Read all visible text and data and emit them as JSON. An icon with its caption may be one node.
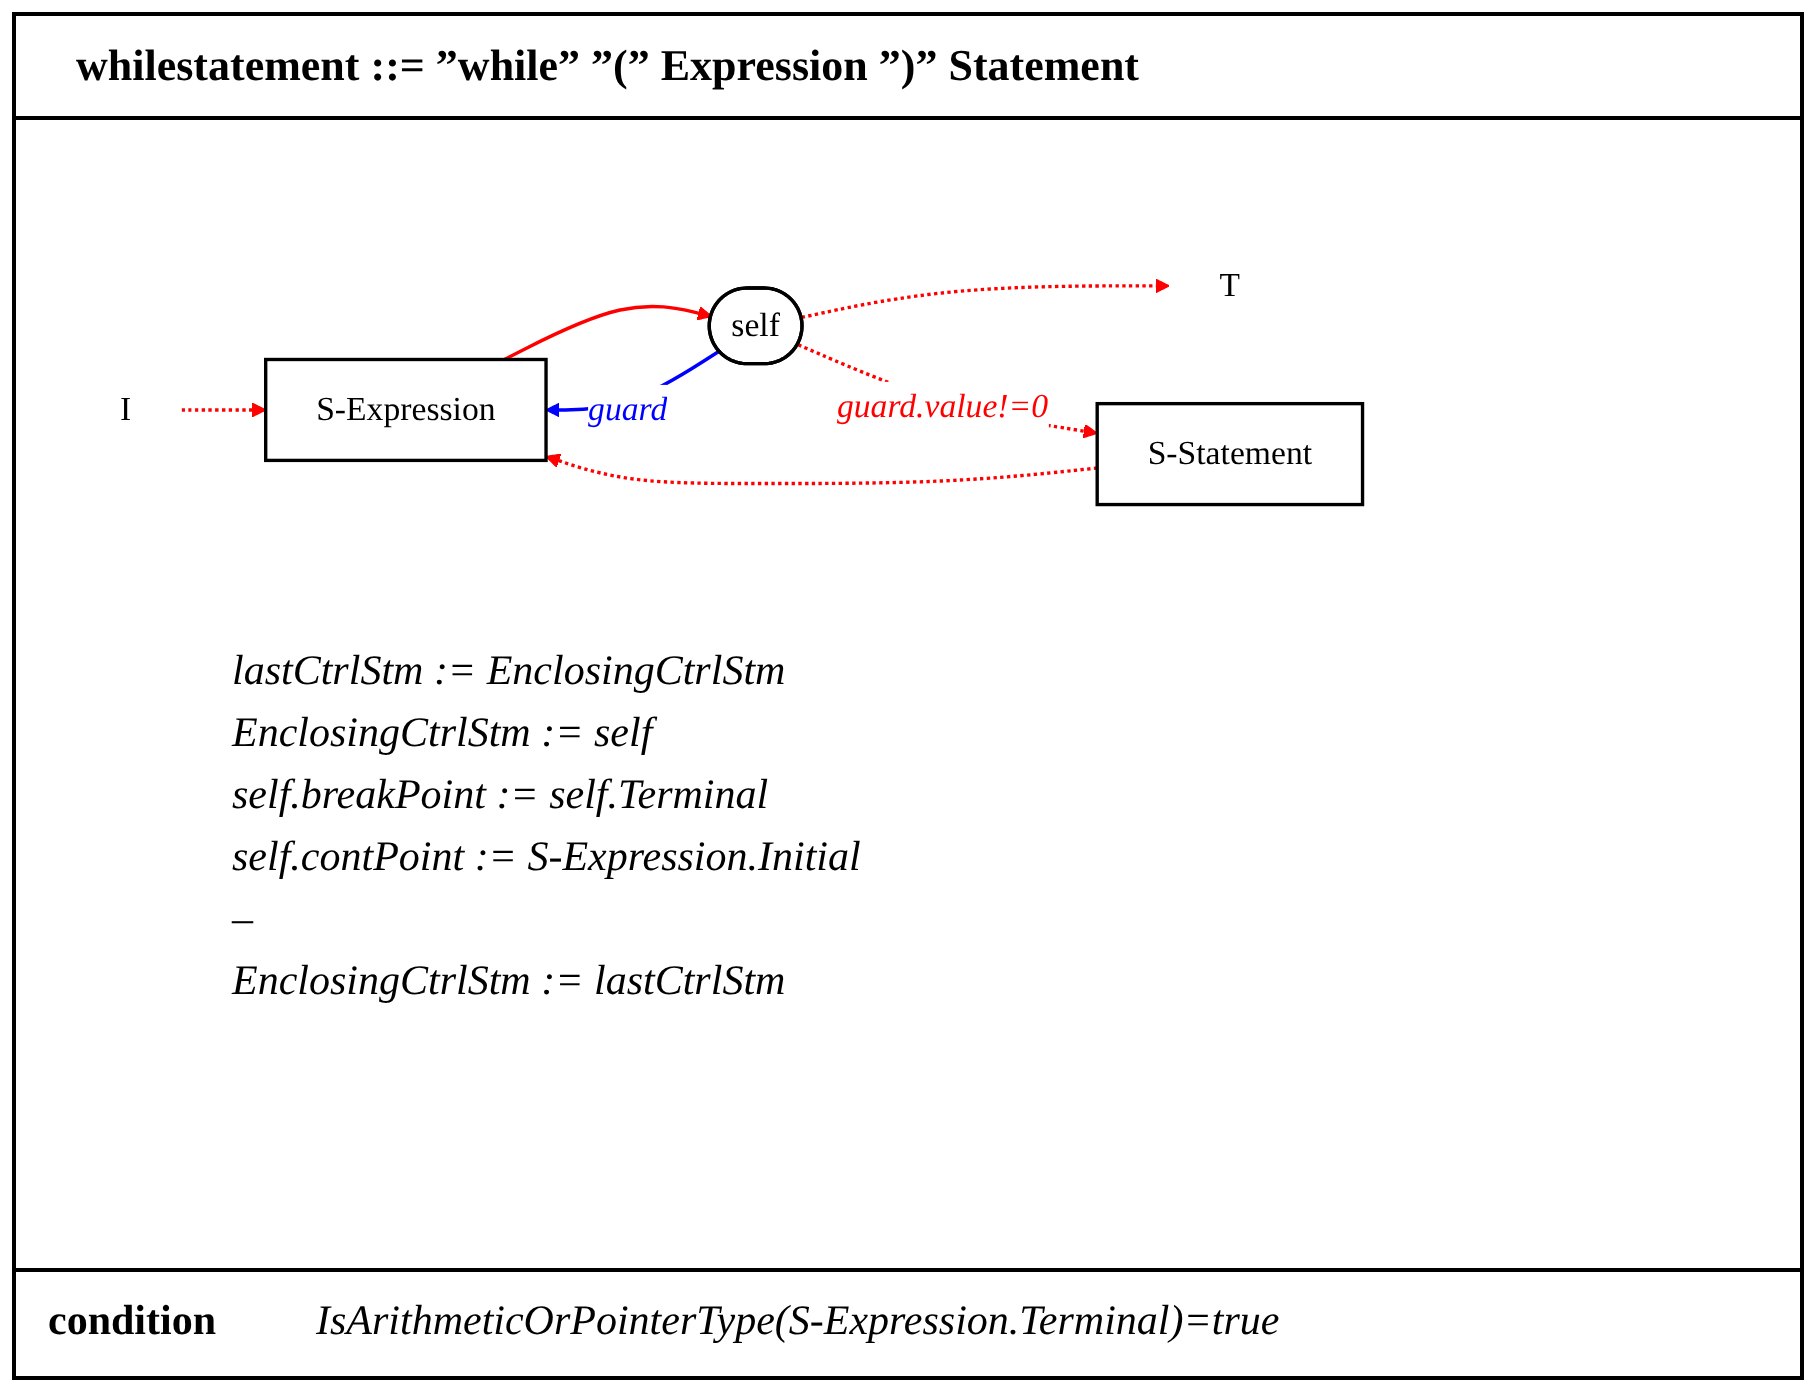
{
  "diagram": {
    "title": "whilestatement ::= ”while” ”(” Expression ”)” Statement",
    "nodes": [
      {
        "text": [
          "I"
        ]
      },
      {
        "text": [
          "S-Expression"
        ]
      },
      {
        "text": [
          "self"
        ]
      },
      {
        "text": [
          "T"
        ]
      },
      {
        "text": [
          "S-Statement"
        ]
      }
    ],
    "edges": [
      {
        "from": 0,
        "to": 1,
        "arrow": "to",
        "style": "dashed"
      },
      {
        "from": 1,
        "to": 2,
        "arrow": "to"
      },
      {
        "from": 2,
        "to": 1,
        "arrow": "to",
        "label": "guard",
        "color": "#0000ff"
      },
      {
        "from": 2,
        "to": 3,
        "arrow": "to",
        "style": "dashed"
      },
      {
        "from": 2,
        "to": 4,
        "arrow": "to",
        "style": "dashed",
        "label": "guard.value!=0"
      },
      {
        "from": 4,
        "to": 1,
        "arrow": "to",
        "style": "dashed"
      }
    ],
    "labels": [
      "lastCtrlStm := EnclosingCtrlStm",
      "EnclosingCtrlStm := self",
      "self.breakPoint := self.Terminal",
      "self.contPoint := S-Expression.Initial",
      "–",
      "EnclosingCtrlStm := lastCtrlStm",
      "condition",
      "IsArithmeticOrPointerType(S-Expression.Terminal)=true"
    ]
  }
}
